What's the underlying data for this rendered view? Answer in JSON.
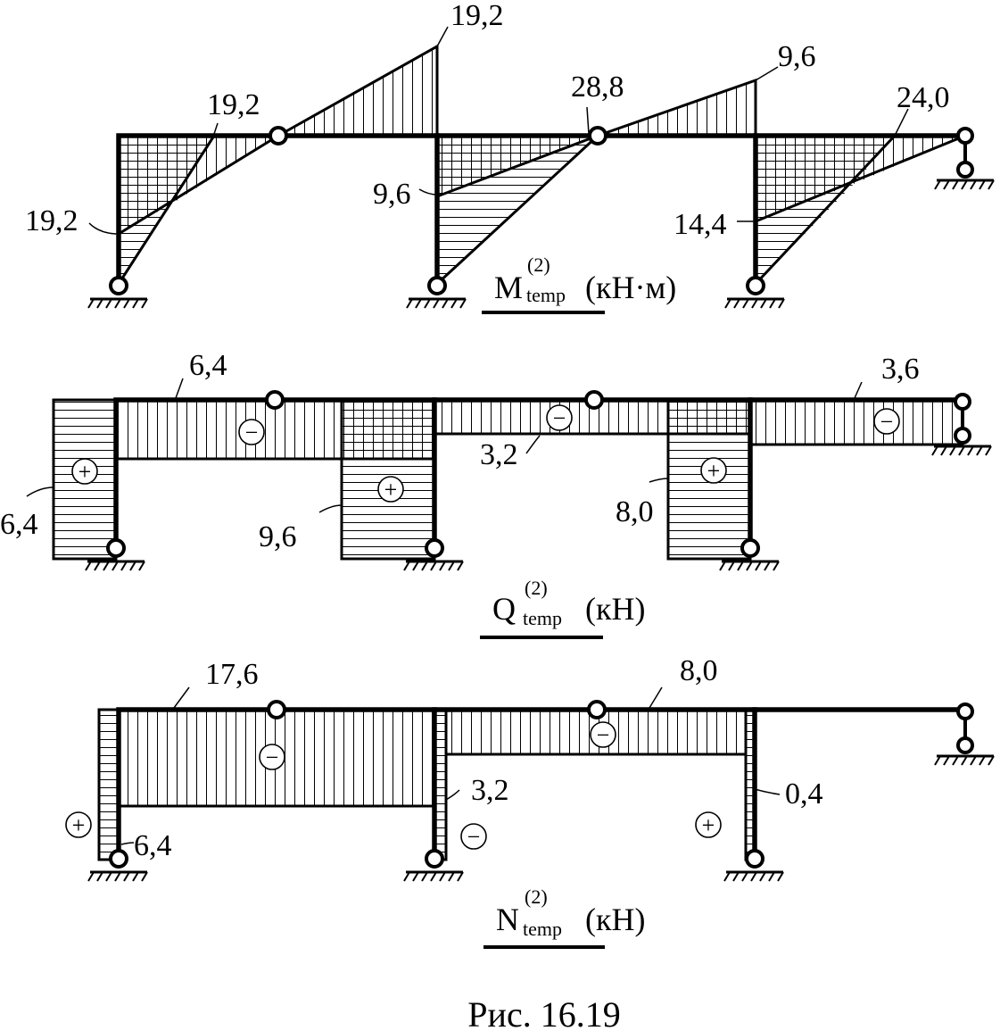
{
  "moment": {
    "title_symbol": "M",
    "title_sup": "(2)",
    "title_sub": "temp",
    "title_unit": "(кН·м)",
    "values": {
      "b1_right": "19,2",
      "b1_peak": "19,2",
      "c1_mid": "19,2",
      "b2_peak": "9,6",
      "c2_mid": "9,6",
      "hinge2": "28,8",
      "c3_mid": "14,4",
      "b3_left": "24,0"
    }
  },
  "shear": {
    "title_symbol": "Q",
    "title_sup": "(2)",
    "title_sub": "temp",
    "title_unit": "(кН)",
    "values": {
      "b1": "6,4",
      "c1": "6,4",
      "c2": "9,6",
      "b2": "3,2",
      "c3": "8,0",
      "b3": "3,6"
    },
    "signs": {
      "c1": "+",
      "b1": "−",
      "c2": "+",
      "b2": "−",
      "c3": "+",
      "b3": "−"
    }
  },
  "normal": {
    "title_symbol": "N",
    "title_sup": "(2)",
    "title_sub": "temp",
    "title_unit": "(кН)",
    "values": {
      "b1": "17,6",
      "c1": "6,4",
      "c2": "3,2",
      "b2": "8,0",
      "c3": "0,4"
    },
    "signs": {
      "c1": "+",
      "b1": "−",
      "c2": "−",
      "b2": "−",
      "c3": "+"
    }
  },
  "caption": "Рис. 16.19"
}
